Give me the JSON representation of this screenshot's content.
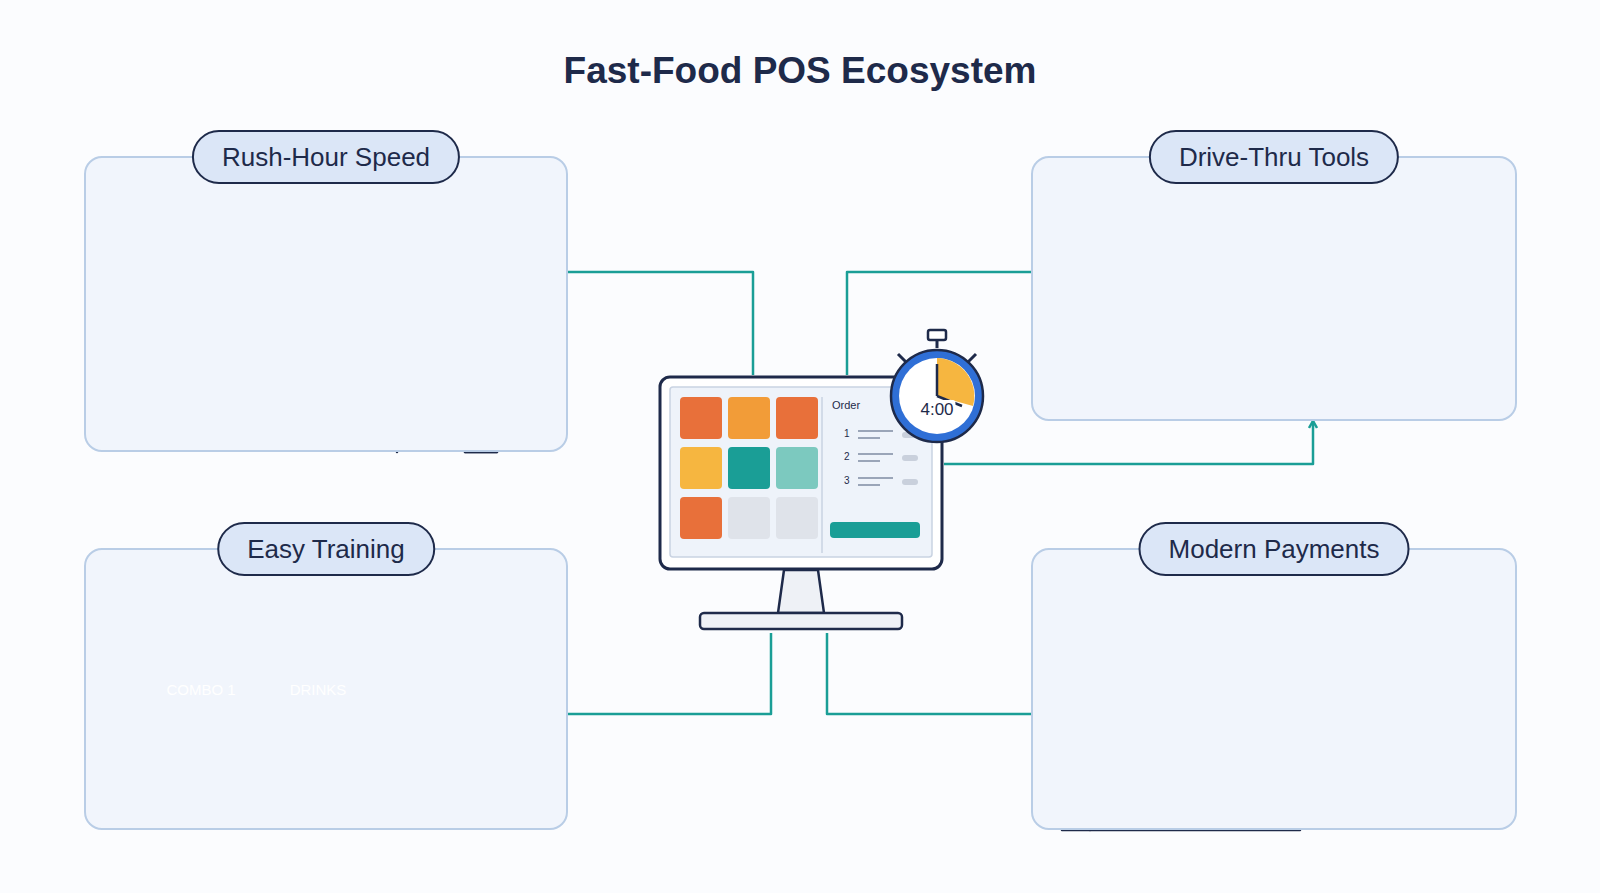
{
  "diagram": {
    "title": "Fast-Food POS Ecosystem",
    "nodes": [
      {
        "text": [
          "Rush-Hour Speed"
        ]
      },
      {
        "text": [
          "Drive-Thru Tools"
        ]
      },
      {
        "text": [
          "Order"
        ]
      },
      {
        "text": [
          "Easy Training"
        ]
      },
      {
        "text": [
          "Modern Payments"
        ]
      }
    ],
    "edges": [
      {
        "from": 0,
        "to": 2,
        "arrow": "none"
      },
      {
        "from": 1,
        "to": 2,
        "arrow": "none"
      },
      {
        "from": 2,
        "to": 1,
        "arrow": "to"
      },
      {
        "from": 3,
        "to": 2,
        "arrow": "none"
      },
      {
        "from": 4,
        "to": 2,
        "arrow": "none"
      }
    ],
    "labels": [
      "4:00",
      "1",
      "2",
      "3",
      "COMBO 1",
      "DRINKS"
    ]
  }
}
